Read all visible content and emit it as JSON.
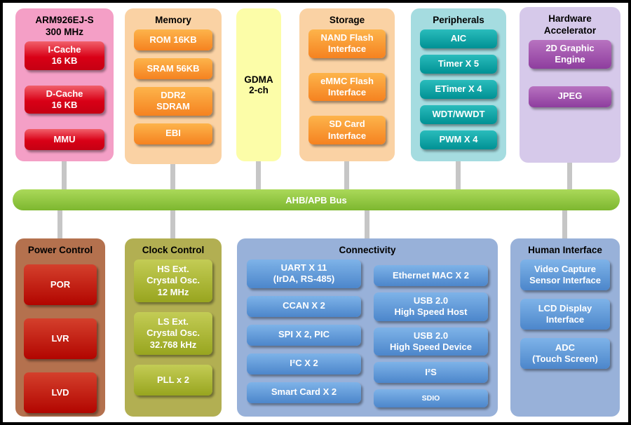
{
  "colors": {
    "arm_container": "#f49fc6",
    "memory_storage_container": "#fad2a4",
    "gdma_block": "#fcfda8",
    "peripherals_container": "#a5dce0",
    "hw_accel_container": "#d6c9ea",
    "power_container": "#b4714e",
    "clock_container": "#b2af52",
    "connectivity_container": "#98b1d9",
    "bus_green": "#8dc63f",
    "red_chip": "#d90016",
    "orange_chip": "#f58220",
    "teal_chip": "#009ea0",
    "purple_chip": "#8e3d9e",
    "dark_red_chip": "#c00000",
    "olive_chip": "#a3b02b",
    "blue_chip": "#5b9bd5",
    "connector_gray": "#c6c6c6"
  },
  "arm": {
    "title": "ARM926EJ-S\n300 MHz",
    "items": [
      "I-Cache\n16 KB",
      "D-Cache\n16 KB",
      "MMU"
    ]
  },
  "memory": {
    "title": "Memory",
    "items": [
      "ROM 16KB",
      "SRAM 56KB",
      "DDR2\nSDRAM",
      "EBI"
    ]
  },
  "gdma": {
    "label": "GDMA\n2-ch"
  },
  "storage": {
    "title": "Storage",
    "items": [
      "NAND Flash\nInterface",
      "eMMC Flash\nInterface",
      "SD Card\nInterface"
    ]
  },
  "peripherals": {
    "title": "Peripherals",
    "items": [
      "AIC",
      "Timer X 5",
      "ETimer X 4",
      "WDT/WWDT",
      "PWM X 4"
    ]
  },
  "hw_accel": {
    "title": "Hardware\nAccelerator",
    "items": [
      "2D Graphic\nEngine",
      "JPEG"
    ]
  },
  "bus": {
    "label": "AHB/APB Bus"
  },
  "power": {
    "title": "Power Control",
    "items": [
      "POR",
      "LVR",
      "LVD"
    ]
  },
  "clock": {
    "title": "Clock Control",
    "items": [
      "HS Ext.\nCrystal Osc.\n12 MHz",
      "LS Ext.\nCrystal Osc.\n32.768 kHz",
      "PLL x 2"
    ]
  },
  "connectivity": {
    "title": "Connectivity",
    "col_left": [
      "UART X 11\n(IrDA, RS-485)",
      "CCAN X 2",
      "SPI X 2, PIC",
      "I²C X 2",
      "Smart Card X 2"
    ],
    "col_right": [
      "Ethernet MAC X 2",
      "USB 2.0\nHigh Speed Host",
      "USB 2.0\nHigh Speed Device",
      "I²S",
      "SDIO"
    ]
  },
  "human": {
    "title": "Human Interface",
    "items": [
      "Video Capture\nSensor Interface",
      "LCD Display\nInterface",
      "ADC\n(Touch Screen)"
    ]
  }
}
